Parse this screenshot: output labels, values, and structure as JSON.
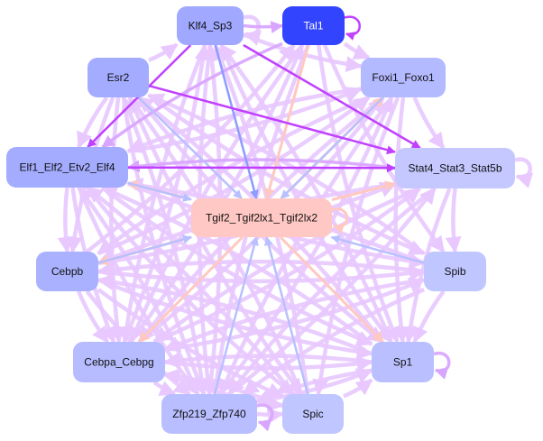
{
  "diagram": {
    "type": "gene-regulatory-network",
    "colors": {
      "edge_weak": "#e8c8ff",
      "edge_medium": "#d9a6ff",
      "edge_strong": "#c040ff",
      "edge_blue": "#b8c0ff",
      "edge_blue_strong": "#8c9cff",
      "edge_pink": "#ffc8c0",
      "text_dark": "#111111",
      "text_light": "#ffffff"
    },
    "nodes": [
      {
        "id": "klf4",
        "label": "Klf4_Sp3",
        "fill": "#a0a8ff",
        "text": "dark"
      },
      {
        "id": "tal1",
        "label": "Tal1",
        "fill": "#3344ff",
        "text": "light"
      },
      {
        "id": "esr2",
        "label": "Esr2",
        "fill": "#a4acff",
        "text": "dark"
      },
      {
        "id": "foxi1",
        "label": "Foxi1_Foxo1",
        "fill": "#b4baff",
        "text": "dark"
      },
      {
        "id": "elf1",
        "label": "Elf1_Elf2_Etv2_Elf4",
        "fill": "#a4acff",
        "text": "dark"
      },
      {
        "id": "stat4",
        "label": "Stat4_Stat3_Stat5b",
        "fill": "#c4c8ff",
        "text": "dark"
      },
      {
        "id": "tgif2",
        "label": "Tgif2_Tgif2lx1_Tgif2lx2",
        "fill": "#ffc8c4",
        "text": "dark"
      },
      {
        "id": "cebpb",
        "label": "Cebpb",
        "fill": "#aab2ff",
        "text": "dark"
      },
      {
        "id": "spib",
        "label": "Spib",
        "fill": "#c0c6ff",
        "text": "dark"
      },
      {
        "id": "cebpa",
        "label": "Cebpa_Cebpg",
        "fill": "#b6bcff",
        "text": "dark"
      },
      {
        "id": "sp1",
        "label": "Sp1",
        "fill": "#bac0ff",
        "text": "dark"
      },
      {
        "id": "zfp219",
        "label": "Zfp219_Zfp740",
        "fill": "#b8beff",
        "text": "dark"
      },
      {
        "id": "spic",
        "label": "Spic",
        "fill": "#c0c6ff",
        "text": "dark"
      }
    ],
    "edges": [
      {
        "from": "klf4",
        "to": "tal1",
        "style": "medium"
      },
      {
        "from": "tal1",
        "to": "tal1",
        "style": "strong"
      },
      {
        "from": "klf4",
        "to": "klf4",
        "style": "weak"
      },
      {
        "from": "stat4",
        "to": "stat4",
        "style": "weak"
      },
      {
        "from": "sp1",
        "to": "sp1",
        "style": "medium"
      },
      {
        "from": "zfp219",
        "to": "zfp219",
        "style": "medium"
      },
      {
        "from": "tgif2",
        "to": "tgif2",
        "style": "pink"
      },
      {
        "from": "klf4",
        "to": "tgif2",
        "style": "blue_strong"
      },
      {
        "from": "esr2",
        "to": "tgif2",
        "style": "blue"
      },
      {
        "from": "tal1",
        "to": "tgif2",
        "style": "pink"
      },
      {
        "from": "foxi1",
        "to": "tgif2",
        "style": "blue"
      },
      {
        "from": "elf1",
        "to": "tgif2",
        "style": "blue"
      },
      {
        "from": "spib",
        "to": "tgif2",
        "style": "blue"
      },
      {
        "from": "zfp219",
        "to": "tgif2",
        "style": "blue"
      },
      {
        "from": "spic",
        "to": "tgif2",
        "style": "blue"
      },
      {
        "from": "cebpb",
        "to": "tgif2",
        "style": "blue"
      },
      {
        "from": "tgif2",
        "to": "foxi1",
        "style": "pink"
      },
      {
        "from": "tgif2",
        "to": "stat4",
        "style": "pink"
      },
      {
        "from": "tgif2",
        "to": "elf1",
        "style": "pink"
      },
      {
        "from": "tgif2",
        "to": "cebpb",
        "style": "pink"
      },
      {
        "from": "tgif2",
        "to": "cebpa",
        "style": "pink"
      },
      {
        "from": "tgif2",
        "to": "sp1",
        "style": "pink"
      },
      {
        "from": "klf4",
        "to": "elf1",
        "style": "strong"
      },
      {
        "from": "esr2",
        "to": "stat4",
        "style": "strong"
      },
      {
        "from": "klf4",
        "to": "stat4",
        "style": "strong"
      },
      {
        "from": "tal1",
        "to": "elf1",
        "style": "medium"
      },
      {
        "from": "elf1",
        "to": "stat4",
        "style": "strong"
      },
      {
        "from": "klf4",
        "to": "foxi1",
        "style": "weak"
      },
      {
        "from": "esr2",
        "to": "elf1",
        "style": "weak"
      },
      {
        "from": "foxi1",
        "to": "stat4",
        "style": "weak"
      },
      {
        "from": "elf1",
        "to": "cebpb",
        "style": "weak"
      },
      {
        "from": "cebpb",
        "to": "cebpa",
        "style": "weak"
      },
      {
        "from": "stat4",
        "to": "spib",
        "style": "weak"
      },
      {
        "from": "spib",
        "to": "sp1",
        "style": "weak"
      },
      {
        "from": "cebpa",
        "to": "zfp219",
        "style": "weak"
      },
      {
        "from": "spic",
        "to": "sp1",
        "style": "weak"
      },
      {
        "from": "zfp219",
        "to": "spic",
        "style": "weak"
      },
      {
        "from": "esr2",
        "to": "klf4",
        "style": "weak"
      },
      {
        "from": "tal1",
        "to": "foxi1",
        "style": "weak"
      },
      {
        "from": "cebpa",
        "to": "sp1",
        "style": "weak"
      },
      {
        "from": "elf1",
        "to": "sp1",
        "style": "weak"
      },
      {
        "from": "cebpa",
        "to": "stat4",
        "style": "weak"
      },
      {
        "from": "cebpb",
        "to": "stat4",
        "style": "weak"
      },
      {
        "from": "cebpb",
        "to": "foxi1",
        "style": "weak"
      },
      {
        "from": "cebpb",
        "to": "tal1",
        "style": "weak"
      },
      {
        "from": "cebpb",
        "to": "sp1",
        "style": "weak"
      },
      {
        "from": "cebpb",
        "to": "spib",
        "style": "weak"
      },
      {
        "from": "cebpa",
        "to": "foxi1",
        "style": "weak"
      },
      {
        "from": "cebpa",
        "to": "tal1",
        "style": "weak"
      },
      {
        "from": "cebpa",
        "to": "klf4",
        "style": "weak"
      },
      {
        "from": "cebpa",
        "to": "spib",
        "style": "weak"
      },
      {
        "from": "zfp219",
        "to": "foxi1",
        "style": "weak"
      },
      {
        "from": "zfp219",
        "to": "stat4",
        "style": "weak"
      },
      {
        "from": "zfp219",
        "to": "esr2",
        "style": "weak"
      },
      {
        "from": "zfp219",
        "to": "klf4",
        "style": "weak"
      },
      {
        "from": "zfp219",
        "to": "sp1",
        "style": "weak"
      },
      {
        "from": "zfp219",
        "to": "elf1",
        "style": "weak"
      },
      {
        "from": "spic",
        "to": "esr2",
        "style": "weak"
      },
      {
        "from": "spic",
        "to": "elf1",
        "style": "weak"
      },
      {
        "from": "spic",
        "to": "klf4",
        "style": "weak"
      },
      {
        "from": "spic",
        "to": "cebpa",
        "style": "weak"
      },
      {
        "from": "sp1",
        "to": "esr2",
        "style": "weak"
      },
      {
        "from": "sp1",
        "to": "elf1",
        "style": "weak"
      },
      {
        "from": "sp1",
        "to": "klf4",
        "style": "weak"
      },
      {
        "from": "sp1",
        "to": "cebpb",
        "style": "weak"
      },
      {
        "from": "sp1",
        "to": "zfp219",
        "style": "weak"
      },
      {
        "from": "sp1",
        "to": "cebpa",
        "style": "weak"
      },
      {
        "from": "spib",
        "to": "esr2",
        "style": "weak"
      },
      {
        "from": "spib",
        "to": "elf1",
        "style": "weak"
      },
      {
        "from": "spib",
        "to": "cebpb",
        "style": "weak"
      },
      {
        "from": "spib",
        "to": "cebpa",
        "style": "weak"
      },
      {
        "from": "spib",
        "to": "zfp219",
        "style": "weak"
      },
      {
        "from": "stat4",
        "to": "elf1",
        "style": "medium"
      },
      {
        "from": "stat4",
        "to": "cebpb",
        "style": "weak"
      },
      {
        "from": "stat4",
        "to": "cebpa",
        "style": "weak"
      },
      {
        "from": "stat4",
        "to": "zfp219",
        "style": "weak"
      },
      {
        "from": "stat4",
        "to": "sp1",
        "style": "weak"
      },
      {
        "from": "foxi1",
        "to": "elf1",
        "style": "weak"
      },
      {
        "from": "foxi1",
        "to": "cebpb",
        "style": "weak"
      },
      {
        "from": "foxi1",
        "to": "cebpa",
        "style": "weak"
      },
      {
        "from": "foxi1",
        "to": "zfp219",
        "style": "weak"
      },
      {
        "from": "foxi1",
        "to": "spic",
        "style": "weak"
      },
      {
        "from": "foxi1",
        "to": "sp1",
        "style": "weak"
      },
      {
        "from": "esr2",
        "to": "cebpb",
        "style": "weak"
      },
      {
        "from": "esr2",
        "to": "cebpa",
        "style": "weak"
      },
      {
        "from": "esr2",
        "to": "sp1",
        "style": "weak"
      },
      {
        "from": "esr2",
        "to": "spic",
        "style": "weak"
      },
      {
        "from": "esr2",
        "to": "zfp219",
        "style": "weak"
      },
      {
        "from": "esr2",
        "to": "spib",
        "style": "weak"
      },
      {
        "from": "klf4",
        "to": "cebpa",
        "style": "weak"
      },
      {
        "from": "klf4",
        "to": "zfp219",
        "style": "weak"
      },
      {
        "from": "klf4",
        "to": "sp1",
        "style": "weak"
      },
      {
        "from": "tal1",
        "to": "zfp219",
        "style": "weak"
      },
      {
        "from": "tal1",
        "to": "cebpa",
        "style": "weak"
      },
      {
        "from": "tal1",
        "to": "sp1",
        "style": "weak"
      },
      {
        "from": "tal1",
        "to": "spib",
        "style": "weak"
      },
      {
        "from": "elf1",
        "to": "cebpa",
        "style": "weak"
      },
      {
        "from": "elf1",
        "to": "zfp219",
        "style": "weak"
      },
      {
        "from": "elf1",
        "to": "spic",
        "style": "weak"
      },
      {
        "from": "elf1",
        "to": "spib",
        "style": "weak"
      },
      {
        "from": "elf1",
        "to": "foxi1",
        "style": "weak"
      },
      {
        "from": "cebpb",
        "to": "zfp219",
        "style": "weak"
      },
      {
        "from": "cebpb",
        "to": "spic",
        "style": "weak"
      },
      {
        "from": "cebpa",
        "to": "spic",
        "style": "weak"
      }
    ]
  }
}
